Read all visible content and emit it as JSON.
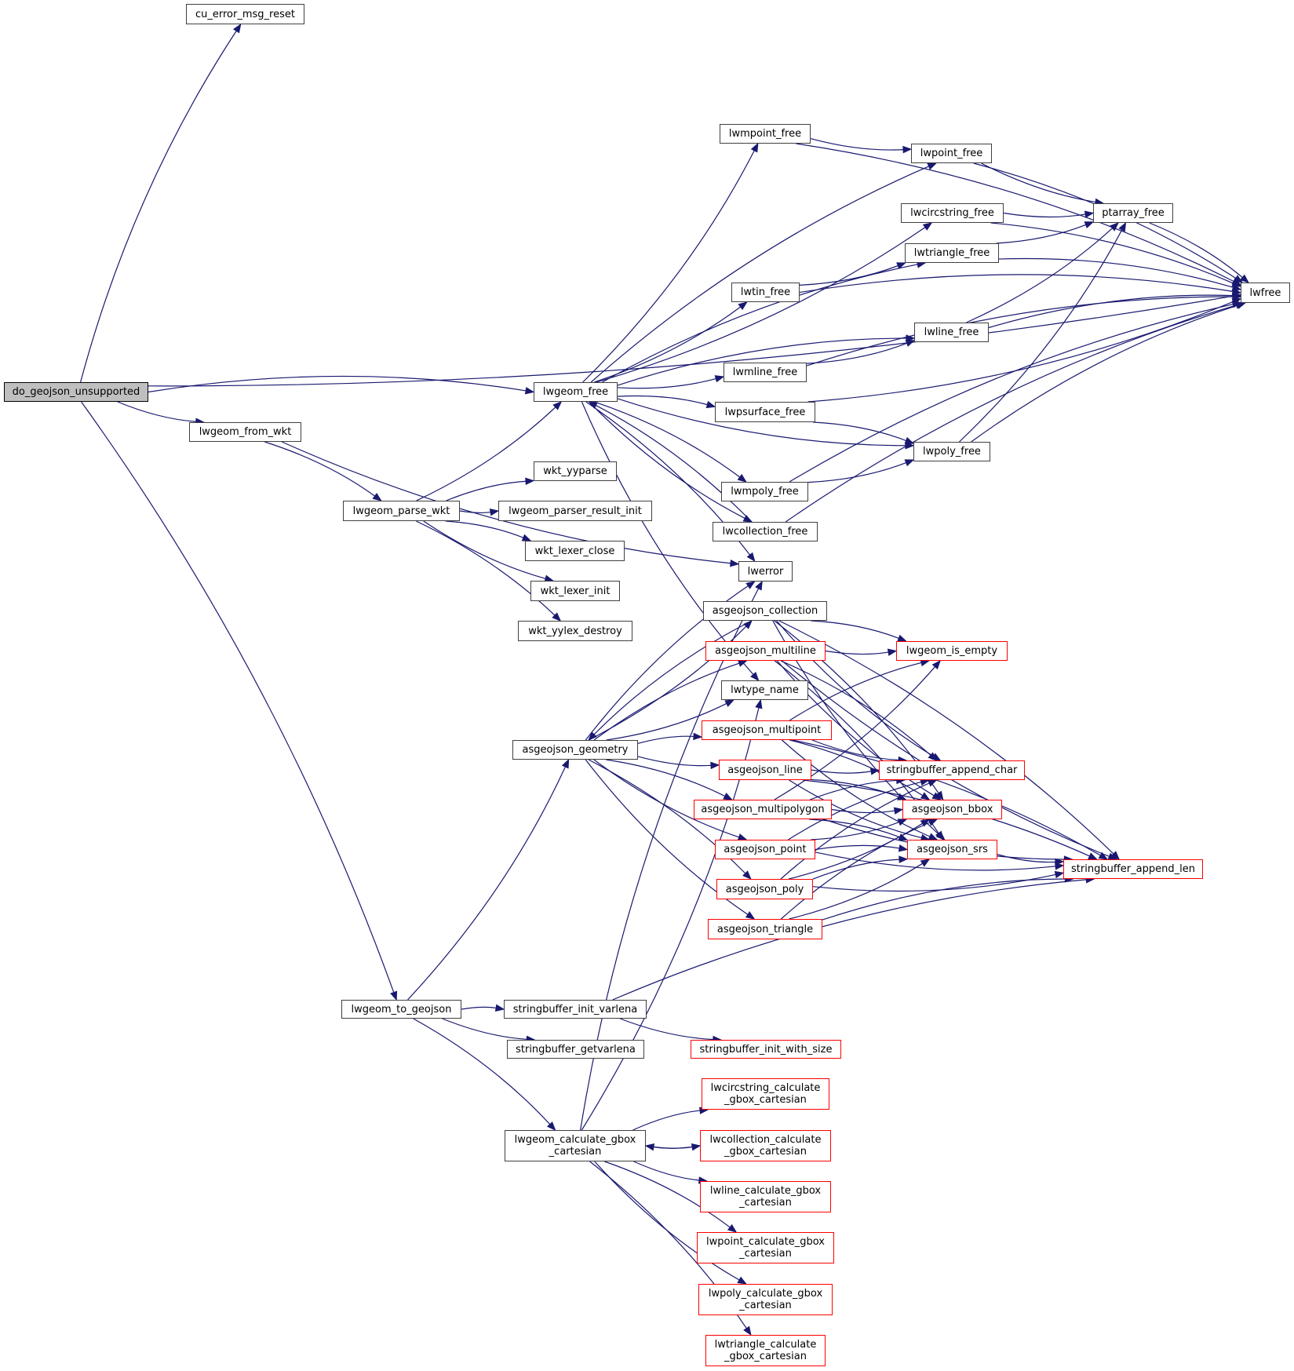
{
  "title": "do_geojson_unsupported call graph",
  "colors": {
    "edge": "#191970",
    "root_fill": "#bfbfbf",
    "normal_border": "#404040",
    "truncated_border": "#ff0000"
  },
  "nodes": [
    {
      "id": "do_geojson_unsupported",
      "label": "do_geojson_unsupported",
      "kind": "root"
    },
    {
      "id": "cu_error_msg_reset",
      "label": "cu_error_msg_reset",
      "kind": "normal"
    },
    {
      "id": "lwfree",
      "label": "lwfree",
      "kind": "normal"
    },
    {
      "id": "lwgeom_free",
      "label": "lwgeom_free",
      "kind": "normal"
    },
    {
      "id": "lwgeom_from_wkt",
      "label": "lwgeom_from_wkt",
      "kind": "normal"
    },
    {
      "id": "lwgeom_to_geojson",
      "label": "lwgeom_to_geojson",
      "kind": "normal"
    },
    {
      "id": "lwmpoint_free",
      "label": "lwmpoint_free",
      "kind": "normal"
    },
    {
      "id": "lwpoint_free",
      "label": "lwpoint_free",
      "kind": "normal"
    },
    {
      "id": "lwcircstring_free",
      "label": "lwcircstring_free",
      "kind": "normal"
    },
    {
      "id": "ptarray_free",
      "label": "ptarray_free",
      "kind": "normal"
    },
    {
      "id": "lwtriangle_free",
      "label": "lwtriangle_free",
      "kind": "normal"
    },
    {
      "id": "lwtin_free",
      "label": "lwtin_free",
      "kind": "normal"
    },
    {
      "id": "lwline_free",
      "label": "lwline_free",
      "kind": "normal"
    },
    {
      "id": "lwmline_free",
      "label": "lwmline_free",
      "kind": "normal"
    },
    {
      "id": "lwpsurface_free",
      "label": "lwpsurface_free",
      "kind": "normal"
    },
    {
      "id": "lwpoly_free",
      "label": "lwpoly_free",
      "kind": "normal"
    },
    {
      "id": "lwmpoly_free",
      "label": "lwmpoly_free",
      "kind": "normal"
    },
    {
      "id": "lwcollection_free",
      "label": "lwcollection_free",
      "kind": "normal"
    },
    {
      "id": "lwerror",
      "label": "lwerror",
      "kind": "normal"
    },
    {
      "id": "lwtype_name",
      "label": "lwtype_name",
      "kind": "normal"
    },
    {
      "id": "lwgeom_parse_wkt",
      "label": "lwgeom_parse_wkt",
      "kind": "normal"
    },
    {
      "id": "wkt_yyparse",
      "label": "wkt_yyparse",
      "kind": "normal"
    },
    {
      "id": "lwgeom_parser_result_init",
      "label": "lwgeom_parser_result_init",
      "kind": "normal"
    },
    {
      "id": "wkt_lexer_close",
      "label": "wkt_lexer_close",
      "kind": "normal"
    },
    {
      "id": "wkt_lexer_init",
      "label": "wkt_lexer_init",
      "kind": "normal"
    },
    {
      "id": "wkt_yylex_destroy",
      "label": "wkt_yylex_destroy",
      "kind": "normal"
    },
    {
      "id": "asgeojson_geometry",
      "label": "asgeojson_geometry",
      "kind": "normal"
    },
    {
      "id": "asgeojson_collection",
      "label": "asgeojson_collection",
      "kind": "normal"
    },
    {
      "id": "asgeojson_multiline",
      "label": "asgeojson_multiline",
      "kind": "truncated"
    },
    {
      "id": "asgeojson_multipoint",
      "label": "asgeojson_multipoint",
      "kind": "truncated"
    },
    {
      "id": "asgeojson_line",
      "label": "asgeojson_line",
      "kind": "truncated"
    },
    {
      "id": "asgeojson_multipolygon",
      "label": "asgeojson_multipolygon",
      "kind": "truncated"
    },
    {
      "id": "asgeojson_point",
      "label": "asgeojson_point",
      "kind": "truncated"
    },
    {
      "id": "asgeojson_poly",
      "label": "asgeojson_poly",
      "kind": "truncated"
    },
    {
      "id": "asgeojson_triangle",
      "label": "asgeojson_triangle",
      "kind": "truncated"
    },
    {
      "id": "lwgeom_is_empty",
      "label": "lwgeom_is_empty",
      "kind": "truncated"
    },
    {
      "id": "stringbuffer_append_char",
      "label": "stringbuffer_append_char",
      "kind": "truncated"
    },
    {
      "id": "asgeojson_bbox",
      "label": "asgeojson_bbox",
      "kind": "truncated"
    },
    {
      "id": "asgeojson_srs",
      "label": "asgeojson_srs",
      "kind": "truncated"
    },
    {
      "id": "stringbuffer_append_len",
      "label": "stringbuffer_append_len",
      "kind": "truncated"
    },
    {
      "id": "stringbuffer_init_varlena",
      "label": "stringbuffer_init_varlena",
      "kind": "normal"
    },
    {
      "id": "stringbuffer_getvarlena",
      "label": "stringbuffer_getvarlena",
      "kind": "normal"
    },
    {
      "id": "stringbuffer_init_with_size",
      "label": "stringbuffer_init_with_size",
      "kind": "truncated"
    },
    {
      "id": "lwgeom_calculate_gbox_cartesian",
      "label": "lwgeom_calculate_gbox\n_cartesian",
      "kind": "normal"
    },
    {
      "id": "lwcircstring_calculate_gbox_cartesian",
      "label": "lwcircstring_calculate\n_gbox_cartesian",
      "kind": "truncated"
    },
    {
      "id": "lwcollection_calculate_gbox_cartesian",
      "label": "lwcollection_calculate\n_gbox_cartesian",
      "kind": "truncated"
    },
    {
      "id": "lwline_calculate_gbox_cartesian",
      "label": "lwline_calculate_gbox\n_cartesian",
      "kind": "truncated"
    },
    {
      "id": "lwpoint_calculate_gbox_cartesian",
      "label": "lwpoint_calculate_gbox\n_cartesian",
      "kind": "truncated"
    },
    {
      "id": "lwpoly_calculate_gbox_cartesian",
      "label": "lwpoly_calculate_gbox\n_cartesian",
      "kind": "truncated"
    },
    {
      "id": "lwtriangle_calculate_gbox_cartesian",
      "label": "lwtriangle_calculate\n_gbox_cartesian",
      "kind": "truncated"
    }
  ],
  "edges": [
    [
      "do_geojson_unsupported",
      "cu_error_msg_reset"
    ],
    [
      "do_geojson_unsupported",
      "lwfree"
    ],
    [
      "do_geojson_unsupported",
      "lwgeom_free"
    ],
    [
      "do_geojson_unsupported",
      "lwgeom_from_wkt"
    ],
    [
      "do_geojson_unsupported",
      "lwgeom_to_geojson"
    ],
    [
      "lwgeom_free",
      "lwmpoint_free"
    ],
    [
      "lwgeom_free",
      "lwpoint_free"
    ],
    [
      "lwgeom_free",
      "lwcircstring_free"
    ],
    [
      "lwgeom_free",
      "lwtriangle_free"
    ],
    [
      "lwgeom_free",
      "lwtin_free"
    ],
    [
      "lwgeom_free",
      "lwline_free"
    ],
    [
      "lwgeom_free",
      "lwmline_free"
    ],
    [
      "lwgeom_free",
      "lwpsurface_free"
    ],
    [
      "lwgeom_free",
      "lwpoly_free"
    ],
    [
      "lwgeom_free",
      "lwmpoly_free"
    ],
    [
      "lwgeom_free",
      "lwcollection_free"
    ],
    [
      "lwgeom_free",
      "lwerror"
    ],
    [
      "lwgeom_free",
      "lwtype_name"
    ],
    [
      "lwmpoint_free",
      "lwfree"
    ],
    [
      "lwmpoint_free",
      "lwpoint_free"
    ],
    [
      "lwpoint_free",
      "lwfree"
    ],
    [
      "lwpoint_free",
      "ptarray_free"
    ],
    [
      "lwcircstring_free",
      "lwfree"
    ],
    [
      "lwcircstring_free",
      "ptarray_free"
    ],
    [
      "ptarray_free",
      "lwfree"
    ],
    [
      "lwtriangle_free",
      "ptarray_free"
    ],
    [
      "lwtriangle_free",
      "lwfree"
    ],
    [
      "lwtin_free",
      "lwtriangle_free"
    ],
    [
      "lwtin_free",
      "lwfree"
    ],
    [
      "lwline_free",
      "ptarray_free"
    ],
    [
      "lwline_free",
      "lwfree"
    ],
    [
      "lwmline_free",
      "lwline_free"
    ],
    [
      "lwmline_free",
      "lwfree"
    ],
    [
      "lwpsurface_free",
      "lwfree"
    ],
    [
      "lwpsurface_free",
      "lwpoly_free"
    ],
    [
      "lwpoly_free",
      "ptarray_free"
    ],
    [
      "lwpoly_free",
      "lwfree"
    ],
    [
      "lwmpoly_free",
      "lwpoly_free"
    ],
    [
      "lwmpoly_free",
      "lwfree"
    ],
    [
      "lwcollection_free",
      "lwgeom_free"
    ],
    [
      "lwcollection_free",
      "lwfree"
    ],
    [
      "lwgeom_from_wkt",
      "lwerror"
    ],
    [
      "lwgeom_from_wkt",
      "lwgeom_parse_wkt"
    ],
    [
      "lwgeom_parse_wkt",
      "lwgeom_free"
    ],
    [
      "lwgeom_parse_wkt",
      "wkt_yyparse"
    ],
    [
      "lwgeom_parse_wkt",
      "lwgeom_parser_result_init"
    ],
    [
      "lwgeom_parse_wkt",
      "wkt_lexer_close"
    ],
    [
      "lwgeom_parse_wkt",
      "wkt_lexer_init"
    ],
    [
      "lwgeom_parse_wkt",
      "wkt_yylex_destroy"
    ],
    [
      "lwgeom_to_geojson",
      "asgeojson_geometry"
    ],
    [
      "lwgeom_to_geojson",
      "stringbuffer_init_varlena"
    ],
    [
      "lwgeom_to_geojson",
      "stringbuffer_getvarlena"
    ],
    [
      "lwgeom_to_geojson",
      "lwgeom_calculate_gbox_cartesian"
    ],
    [
      "asgeojson_geometry",
      "asgeojson_collection"
    ],
    [
      "asgeojson_geometry",
      "asgeojson_multiline"
    ],
    [
      "asgeojson_geometry",
      "lwtype_name"
    ],
    [
      "asgeojson_geometry",
      "asgeojson_multipoint"
    ],
    [
      "asgeojson_geometry",
      "asgeojson_line"
    ],
    [
      "asgeojson_geometry",
      "asgeojson_multipolygon"
    ],
    [
      "asgeojson_geometry",
      "asgeojson_point"
    ],
    [
      "asgeojson_geometry",
      "asgeojson_poly"
    ],
    [
      "asgeojson_geometry",
      "asgeojson_triangle"
    ],
    [
      "asgeojson_geometry",
      "lwerror"
    ],
    [
      "asgeojson_collection",
      "asgeojson_geometry"
    ],
    [
      "asgeojson_collection",
      "lwgeom_is_empty"
    ],
    [
      "asgeojson_collection",
      "stringbuffer_append_char"
    ],
    [
      "asgeojson_collection",
      "asgeojson_bbox"
    ],
    [
      "asgeojson_collection",
      "asgeojson_srs"
    ],
    [
      "asgeojson_collection",
      "stringbuffer_append_len"
    ],
    [
      "asgeojson_multiline",
      "lwgeom_is_empty"
    ],
    [
      "asgeojson_multiline",
      "stringbuffer_append_char"
    ],
    [
      "asgeojson_multiline",
      "asgeojson_bbox"
    ],
    [
      "asgeojson_multiline",
      "asgeojson_srs"
    ],
    [
      "asgeojson_multiline",
      "stringbuffer_append_len"
    ],
    [
      "asgeojson_multipoint",
      "lwgeom_is_empty"
    ],
    [
      "asgeojson_multipoint",
      "stringbuffer_append_char"
    ],
    [
      "asgeojson_multipoint",
      "asgeojson_bbox"
    ],
    [
      "asgeojson_multipoint",
      "asgeojson_srs"
    ],
    [
      "asgeojson_multipoint",
      "stringbuffer_append_len"
    ],
    [
      "asgeojson_line",
      "stringbuffer_append_char"
    ],
    [
      "asgeojson_line",
      "asgeojson_bbox"
    ],
    [
      "asgeojson_line",
      "asgeojson_srs"
    ],
    [
      "asgeojson_line",
      "stringbuffer_append_len"
    ],
    [
      "asgeojson_multipolygon",
      "lwgeom_is_empty"
    ],
    [
      "asgeojson_multipolygon",
      "stringbuffer_append_char"
    ],
    [
      "asgeojson_multipolygon",
      "asgeojson_bbox"
    ],
    [
      "asgeojson_multipolygon",
      "asgeojson_srs"
    ],
    [
      "asgeojson_multipolygon",
      "stringbuffer_append_len"
    ],
    [
      "asgeojson_point",
      "stringbuffer_append_char"
    ],
    [
      "asgeojson_point",
      "asgeojson_bbox"
    ],
    [
      "asgeojson_point",
      "asgeojson_srs"
    ],
    [
      "asgeojson_point",
      "stringbuffer_append_len"
    ],
    [
      "asgeojson_poly",
      "stringbuffer_append_char"
    ],
    [
      "asgeojson_poly",
      "asgeojson_bbox"
    ],
    [
      "asgeojson_poly",
      "asgeojson_srs"
    ],
    [
      "asgeojson_poly",
      "stringbuffer_append_len"
    ],
    [
      "asgeojson_triangle",
      "asgeojson_bbox"
    ],
    [
      "asgeojson_triangle",
      "asgeojson_srs"
    ],
    [
      "asgeojson_triangle",
      "stringbuffer_append_len"
    ],
    [
      "asgeojson_srs",
      "stringbuffer_append_len"
    ],
    [
      "stringbuffer_init_varlena",
      "stringbuffer_append_len"
    ],
    [
      "stringbuffer_init_varlena",
      "stringbuffer_init_with_size"
    ],
    [
      "lwgeom_calculate_gbox_cartesian",
      "lwerror"
    ],
    [
      "lwgeom_calculate_gbox_cartesian",
      "lwtype_name"
    ],
    [
      "lwgeom_calculate_gbox_cartesian",
      "lwcircstring_calculate_gbox_cartesian"
    ],
    [
      "lwgeom_calculate_gbox_cartesian",
      "lwcollection_calculate_gbox_cartesian"
    ],
    [
      "lwcollection_calculate_gbox_cartesian",
      "lwgeom_calculate_gbox_cartesian"
    ],
    [
      "lwgeom_calculate_gbox_cartesian",
      "lwline_calculate_gbox_cartesian"
    ],
    [
      "lwgeom_calculate_gbox_cartesian",
      "lwpoint_calculate_gbox_cartesian"
    ],
    [
      "lwgeom_calculate_gbox_cartesian",
      "lwpoly_calculate_gbox_cartesian"
    ],
    [
      "lwgeom_calculate_gbox_cartesian",
      "lwtriangle_calculate_gbox_cartesian"
    ]
  ]
}
